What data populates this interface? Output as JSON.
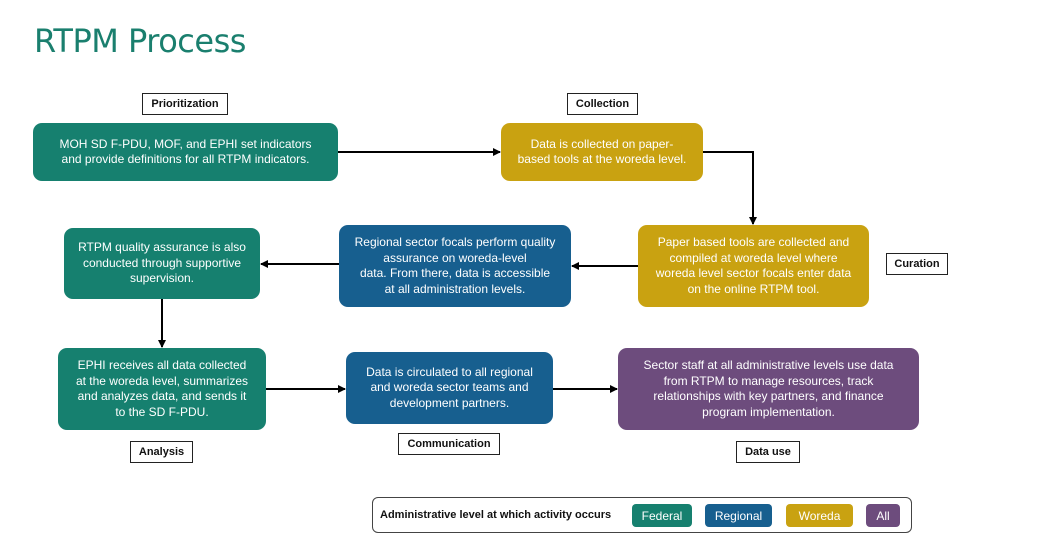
{
  "title": "RTPM Process",
  "stages": {
    "prioritization": "Prioritization",
    "collection": "Collection",
    "curation": "Curation",
    "analysis": "Analysis",
    "communication": "Communication",
    "data_use": "Data use"
  },
  "boxes": {
    "prioritization": "MOH SD F-PDU, MOF, and EPHI set indicators\nand provide definitions for all RTPM indicators.",
    "collection": "Data is collected on paper-\nbased tools at the woreda level.",
    "curation": "Paper based tools are collected and\ncompiled at woreda level where\nworeda level sector focals enter data\non the online RTPM tool.",
    "regional_qa": "Regional sector focals perform quality\nassurance on woreda-level\ndata. From there, data is accessible\nat all administration levels.",
    "supportive": "RTPM quality assurance is also\nconducted through supportive\nsupervision.",
    "analysis": "EPHI receives all data collected\nat the woreda level, summarizes\nand analyzes data, and sends it\nto the SD F-PDU.",
    "communication": "Data is circulated to all regional\nand woreda sector teams and\ndevelopment partners.",
    "data_use": "Sector staff at all administrative levels use data\nfrom RTPM to manage resources, track\nrelationships with key partners, and finance\nprogram implementation."
  },
  "legend": {
    "title": "Administrative level at which activity occurs",
    "items": [
      {
        "label": "Federal",
        "color": "#16806f"
      },
      {
        "label": "Regional",
        "color": "#175f8f"
      },
      {
        "label": "Woreda",
        "color": "#c9a211"
      },
      {
        "label": "All",
        "color": "#6d4c7d"
      }
    ]
  }
}
